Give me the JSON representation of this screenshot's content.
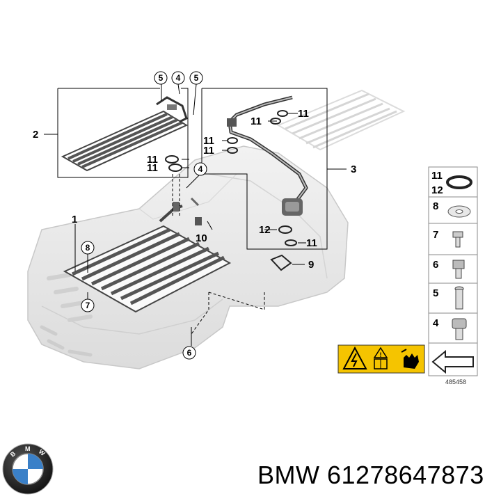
{
  "callouts": {
    "c1": "1",
    "c2": "2",
    "c3": "3",
    "c4a": "4",
    "c4b": "4",
    "c5a": "5",
    "c5b": "5",
    "c6": "6",
    "c7": "7",
    "c8": "8",
    "c9": "9",
    "c10": "10",
    "c11a": "11",
    "c11b": "11",
    "c11c": "11",
    "c11d": "11",
    "c11e": "11",
    "c11f": "11",
    "c12": "12"
  },
  "legend": {
    "l11": "11",
    "l12": "12",
    "l8": "8",
    "l7": "7",
    "l6": "6",
    "l5": "5",
    "l4": "4"
  },
  "diagram_number": "485458",
  "brand_text": "BMW",
  "part_number": "61278647873",
  "logo_letters": "BMW"
}
